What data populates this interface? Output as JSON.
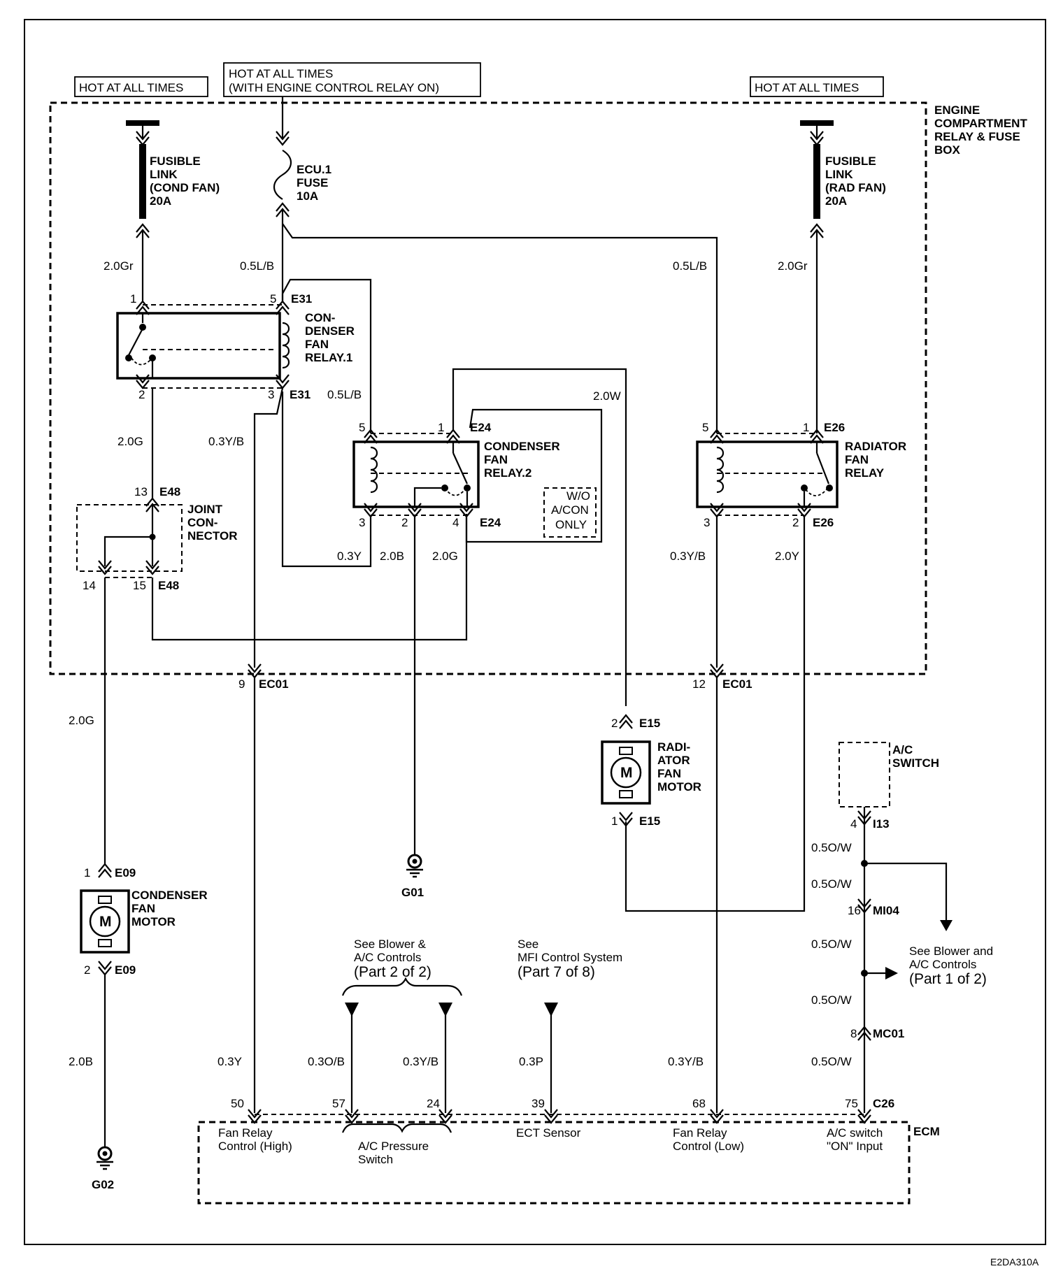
{
  "diagram_code": "E2DA310A",
  "power": {
    "hot_left": "HOT AT ALL TIMES",
    "hot_mid_line1": "HOT AT ALL TIMES",
    "hot_mid_line2": "(WITH ENGINE CONTROL RELAY ON)",
    "hot_right": "HOT AT ALL TIMES"
  },
  "relay_box": {
    "line1": "ENGINE",
    "line2": "COMPARTMENT",
    "line3": "RELAY & FUSE",
    "line4": "BOX"
  },
  "fusible_cond": {
    "line1": "FUSIBLE",
    "line2": "LINK",
    "line3": "(COND FAN)",
    "line4": "20A"
  },
  "fuse_ecu": {
    "line1": "ECU.1",
    "line2": "FUSE",
    "line3": "10A"
  },
  "fusible_rad": {
    "line1": "FUSIBLE",
    "line2": "LINK",
    "line3": "(RAD FAN)",
    "line4": "20A"
  },
  "relay1": {
    "line1": "CON-",
    "line2": "DENSER",
    "line3": "FAN",
    "line4": "RELAY.1"
  },
  "relay2": {
    "line1": "CONDENSER",
    "line2": "FAN",
    "line3": "RELAY.2"
  },
  "radiator_relay": {
    "line1": "RADIATOR",
    "line2": "FAN",
    "line3": "RELAY"
  },
  "joint": {
    "line1": "JOINT",
    "line2": "CON-",
    "line3": "NECTOR"
  },
  "wo_acon": {
    "line1": "W/O",
    "line2": "A/CON",
    "line3": "ONLY"
  },
  "rad_motor": {
    "line1": "RADI-",
    "line2": "ATOR",
    "line3": "FAN",
    "line4": "MOTOR"
  },
  "cond_motor": {
    "line1": "CONDENSER",
    "line2": "FAN",
    "line3": "MOTOR"
  },
  "motor_symbol": "M",
  "ac_switch": {
    "line1": "A/C",
    "line2": "SWITCH"
  },
  "ecm": "ECM",
  "grounds": {
    "g01": "G01",
    "g02": "G02"
  },
  "connectors": {
    "e31": "E31",
    "e24": "E24",
    "e26": "E26",
    "e48": "E48",
    "ec01": "EC01",
    "e15": "E15",
    "e09": "E09",
    "i13": "I13",
    "mi04": "MI04",
    "mc01": "MC01",
    "c26": "C26"
  },
  "pins": {
    "p1": "1",
    "p2": "2",
    "p3": "3",
    "p4": "4",
    "p5": "5",
    "p8": "8",
    "p9": "9",
    "p12": "12",
    "p13": "13",
    "p14": "14",
    "p15": "15",
    "p16": "16",
    "p24": "24",
    "p39": "39",
    "p50": "50",
    "p57": "57",
    "p68": "68",
    "p75": "75"
  },
  "wires": {
    "w20gr": "2.0Gr",
    "w05lb": "0.5L/B",
    "w20g": "2.0G",
    "w03yb": "0.3Y/B",
    "w20w": "2.0W",
    "w03y": "0.3Y",
    "w20b": "2.0B",
    "w20y": "2.0Y",
    "w03ob": "0.3O/B",
    "w03p": "0.3P",
    "w05ow": "0.5O/W"
  },
  "refs": {
    "blower_a_l1": "See Blower &",
    "blower_a_l2": "A/C Controls",
    "blower_a_l3": "(Part 2 of 2)",
    "mfi_l1": "See",
    "mfi_l2": "MFI Control System",
    "mfi_l3": "(Part 7 of 8)",
    "blower_b_l1": "See Blower and",
    "blower_b_l2": "A/C Controls",
    "blower_b_l3": "(Part 1 of 2)"
  },
  "ecm_pins": {
    "fan_high_l1": "Fan Relay",
    "fan_high_l2": "Control (High)",
    "ac_press_l1": "A/C Pressure",
    "ac_press_l2": "Switch",
    "ect": "ECT Sensor",
    "fan_low_l1": "Fan Relay",
    "fan_low_l2": "Control (Low)",
    "ac_on_l1": "A/C switch",
    "ac_on_l2": "\"ON\" Input"
  }
}
